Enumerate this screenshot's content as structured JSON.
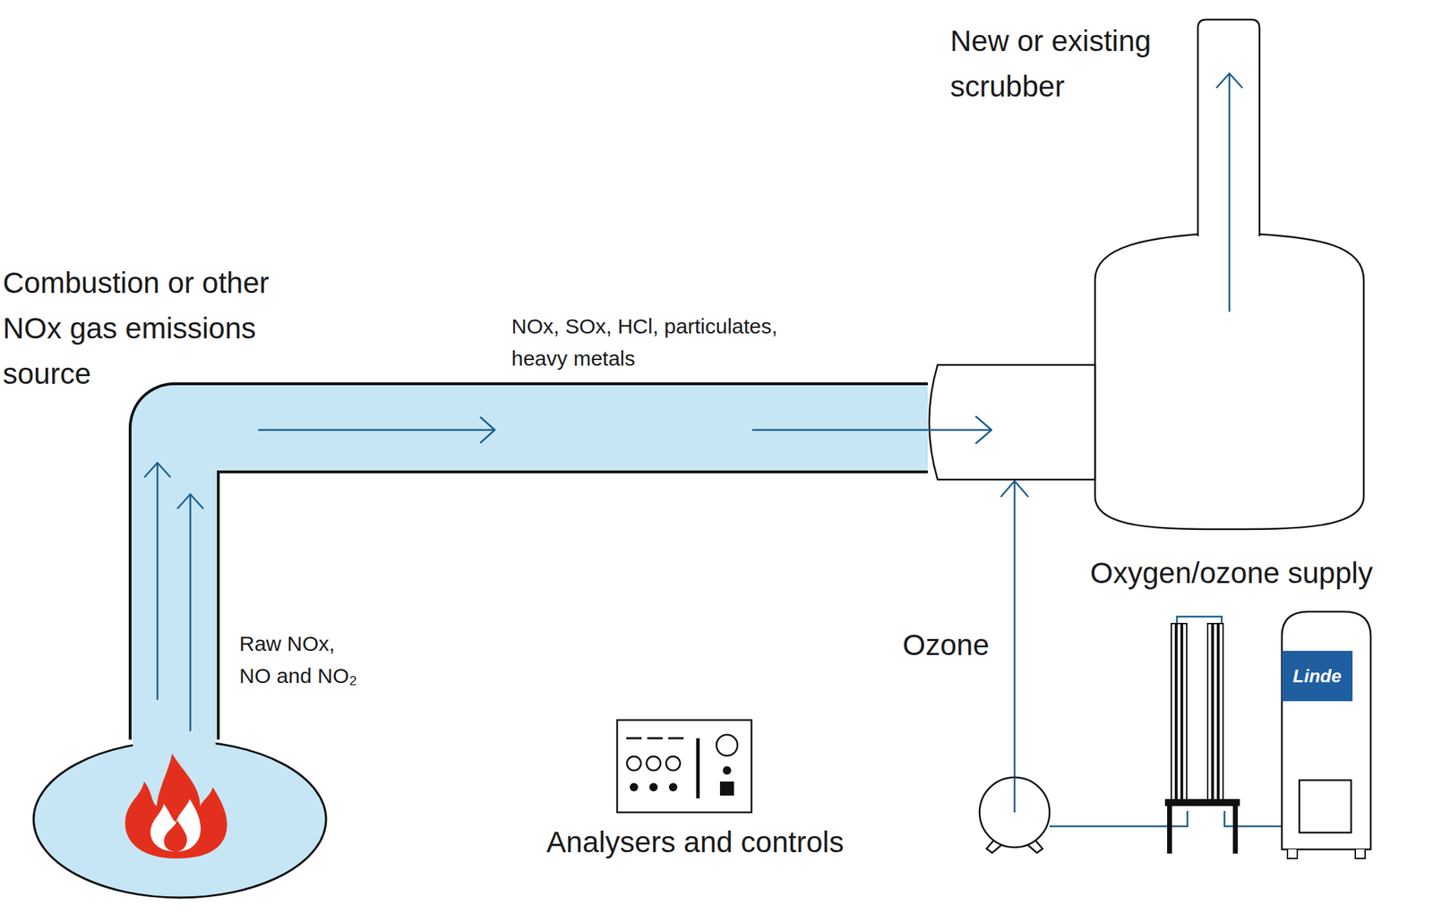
{
  "diagram": {
    "nodes": [
      {
        "text": [
          "Combustion or other NOx gas emissions source"
        ]
      },
      {
        "text": [
          "New or existing scrubber"
        ]
      },
      {
        "text": [
          "Analysers and controls"
        ]
      },
      {
        "text": [
          "Oxygen/ozone supply"
        ]
      }
    ],
    "edges": [
      {
        "from": 0,
        "to": 1,
        "arrow": "to",
        "label": "NOx, SOx, HCl, particulates, heavy metals"
      },
      {
        "from": 3,
        "to": 1,
        "arrow": "to",
        "label": "Ozone"
      }
    ],
    "labels": [
      "Raw NOx, NO and NO₂",
      "Linde"
    ]
  }
}
